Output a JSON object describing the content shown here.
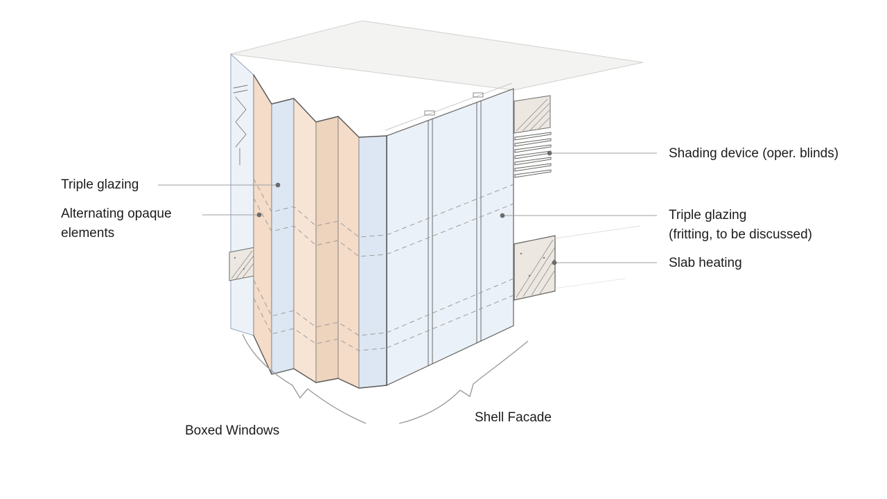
{
  "diagram": {
    "labels": {
      "triple_glazing_left": "Triple glazing",
      "alternating_opaque": "Alternating opaque elements",
      "shading_device": "Shading device (oper. blinds)",
      "triple_glazing_right_line1": "Triple glazing",
      "triple_glazing_right_line2": "(fritting, to be discussed)",
      "slab_heating": "Slab heating",
      "boxed_windows": "Boxed Windows",
      "shell_facade": "Shell Facade"
    },
    "colors": {
      "background": "#ffffff",
      "glazing_blue": "#dde7f3",
      "glazing_blue_light": "#e9eff7",
      "opaque_peach": "#f4dcc9",
      "opaque_peach_light": "#f7e4d4",
      "opaque_peach_dark": "#eed3bd",
      "roof_gray": "#f3f3f1",
      "concrete": "#ece7e0",
      "sketch_line": "#5a5a5a",
      "leader_line": "#9e9e9e",
      "text": "#1b1b1b"
    }
  }
}
